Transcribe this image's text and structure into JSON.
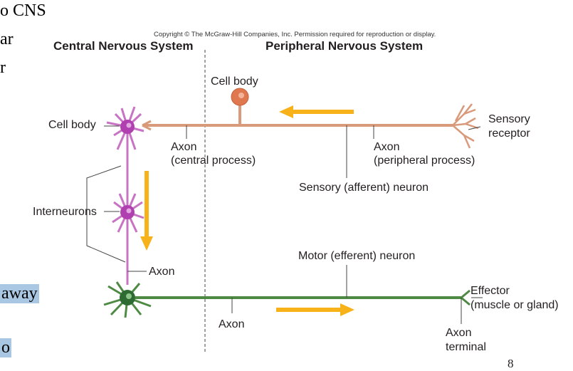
{
  "slide_fragments": {
    "line1": "o CNS",
    "line2": "ar",
    "line3": "r",
    "line4": "away",
    "line5": "o"
  },
  "copyright": "Copyright © The McGraw-Hill Companies, Inc. Permission required for reproduction or display.",
  "sections": {
    "central": "Central Nervous System",
    "peripheral": "Peripheral Nervous System"
  },
  "labels": {
    "cell_body_top": "Cell body",
    "cell_body_left": "Cell body",
    "sensory_receptor_1": "Sensory",
    "sensory_receptor_2": "receptor",
    "axon_central_1": "Axon",
    "axon_central_2": "(central process)",
    "axon_peripheral_1": "Axon",
    "axon_peripheral_2": "(peripheral process)",
    "sensory_neuron": "Sensory (afferent) neuron",
    "interneurons": "Interneurons",
    "axon_inter": "Axon",
    "motor_neuron": "Motor (efferent) neuron",
    "effector_1": "Effector",
    "effector_2": "(muscle or gland)",
    "axon_motor": "Axon",
    "axon_terminal_1": "Axon",
    "axon_terminal_2": "terminal"
  },
  "page_number": "8",
  "colors": {
    "sensory": "#d99a7c",
    "interneuron": "#c873c4",
    "motor": "#4f8a45",
    "arrow": "#f7b21a",
    "cell_body": "#e0784f"
  }
}
